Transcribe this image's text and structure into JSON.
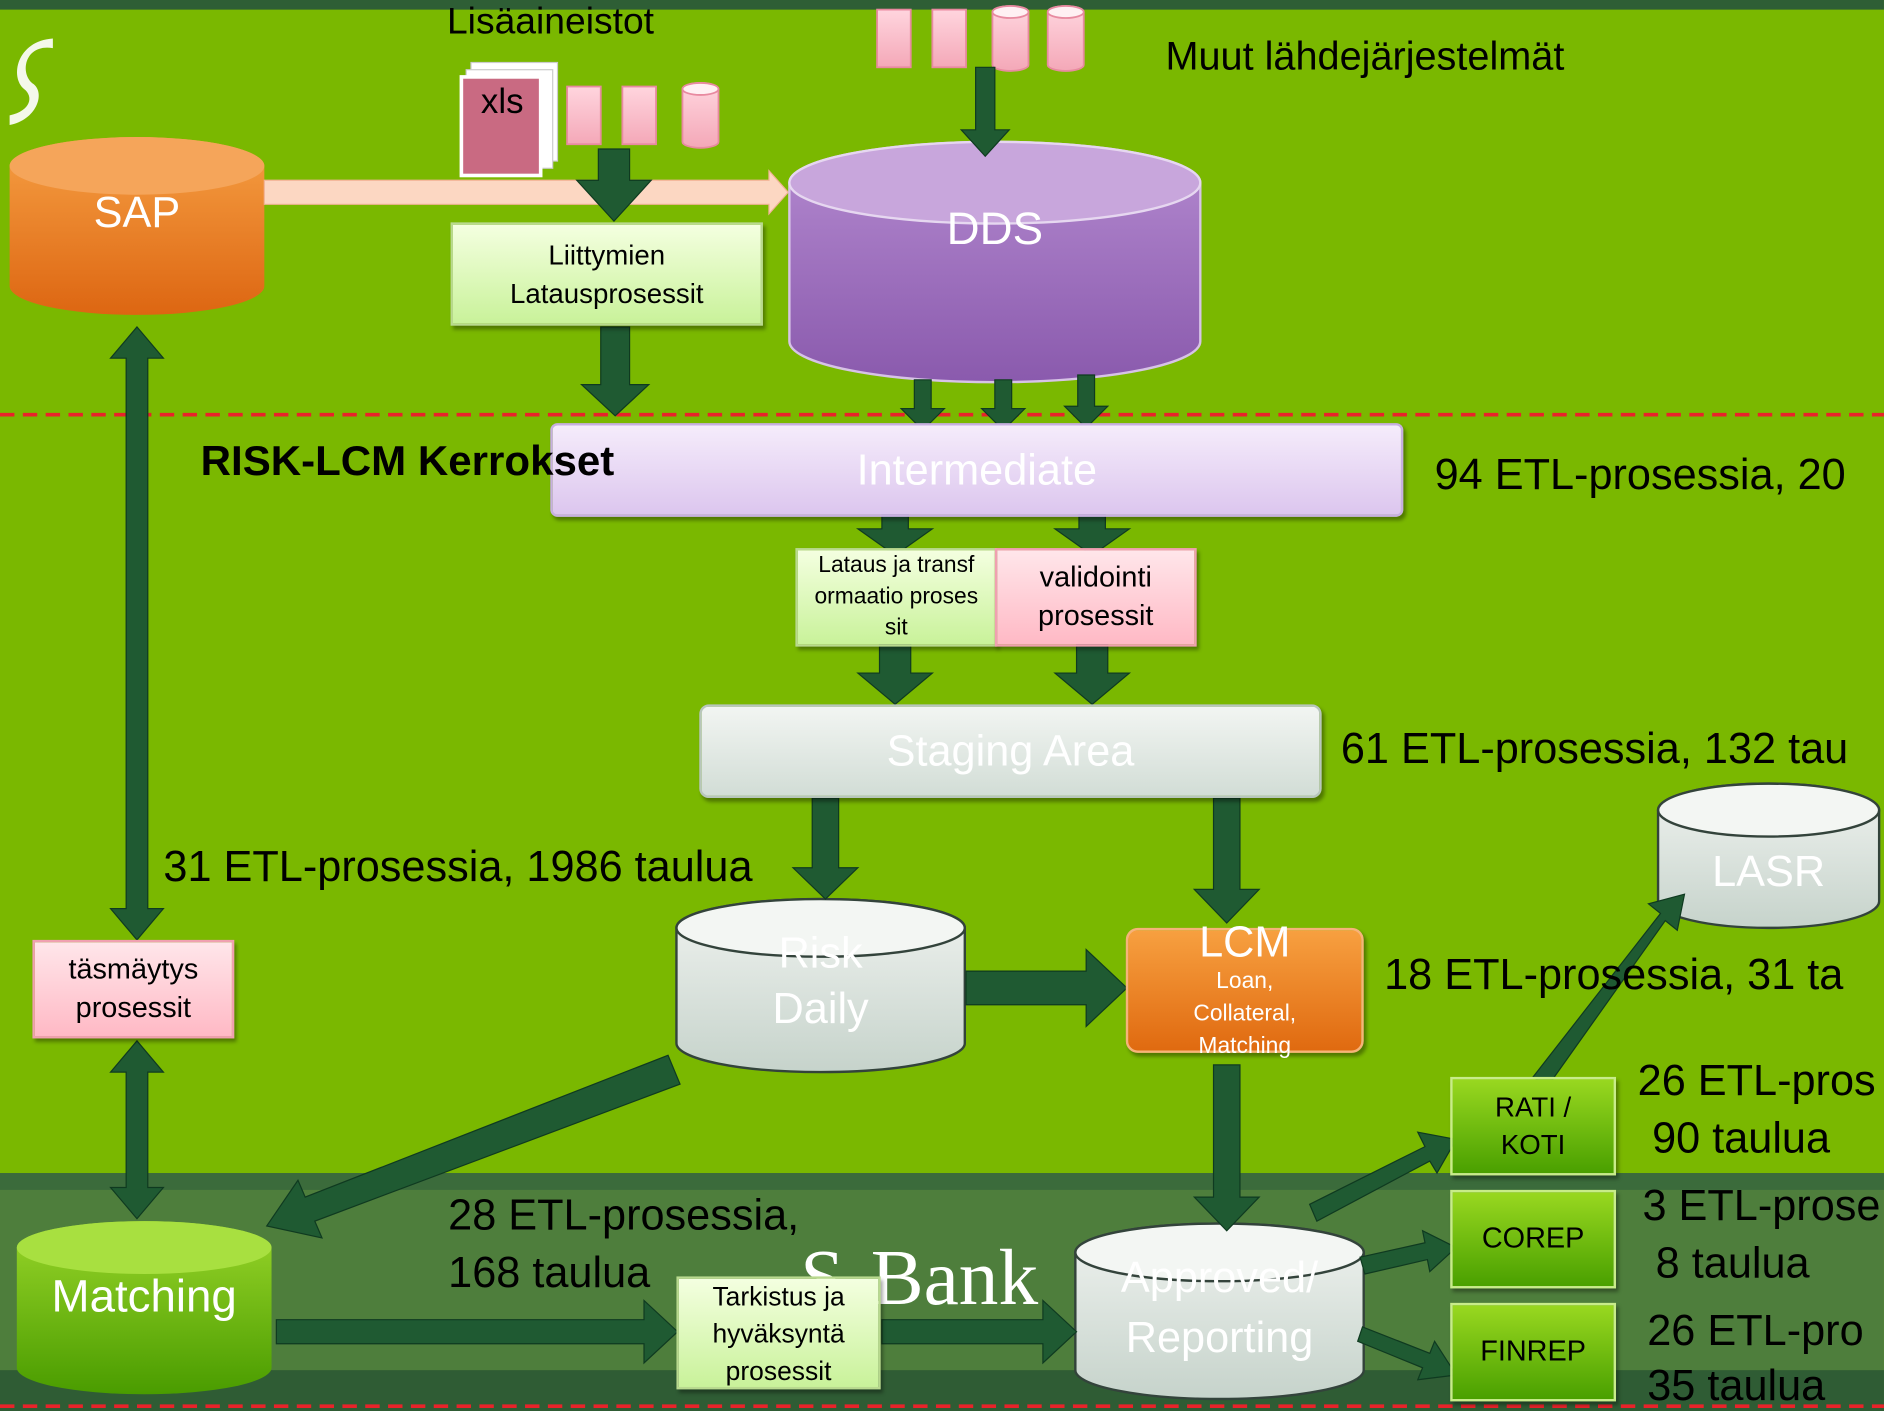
{
  "labels": {
    "lisaaineistot": "Lisäaineistot",
    "muut": "Muut lähdejärjestelmät",
    "xls": "xls",
    "sap": "SAP",
    "dds": "DDS",
    "liittymien": "Liittymien Latausprosessit",
    "risk_lcm_kerrokset": "RISK-LCM Kerrokset",
    "intermediate": "Intermediate",
    "intermediate_stat": "94 ETL-prosessia, 20",
    "lataus": "Lataus ja transformaatio prosessit",
    "validointi": "validointi prosessit",
    "staging": "Staging Area",
    "staging_stat": "61 ETL-prosessia, 132 tau",
    "lasr": "LASR",
    "left_stat": "31 ETL-prosessia, 1986 taulua",
    "tasmaytys": "täsmäytys prosessit",
    "risk_daily": "Risk Daily",
    "lcm": "LCM",
    "lcm_sub": "Loan, Collateral, Matching",
    "lcm_stat": "18 ETL-prosessia, 31 ta",
    "rati": "RATI / KOTI",
    "rati_stat1": "26 ETL-pros",
    "rati_stat2": "90 taulua",
    "corep": "COREP",
    "corep_stat1": "3 ETL-prose",
    "corep_stat2": "8 taulua",
    "finrep": "FINREP",
    "finrep_stat1": "26 ETL-pro",
    "finrep_stat2": "35 taulua",
    "matching": "Matching",
    "matching_stat1": "28 ETL-prosessia,",
    "matching_stat2": "168 taulua",
    "tarkistus": "Tarkistus ja hyväksyntä prosessit",
    "approved": "Approved/ Reporting",
    "sbank": "S-Bank"
  },
  "colors": {
    "background_green": "#7ab800",
    "bottom_band": "#3e6f3c",
    "arrow": "#1f5a32",
    "dashed_line": "#e8232a"
  }
}
